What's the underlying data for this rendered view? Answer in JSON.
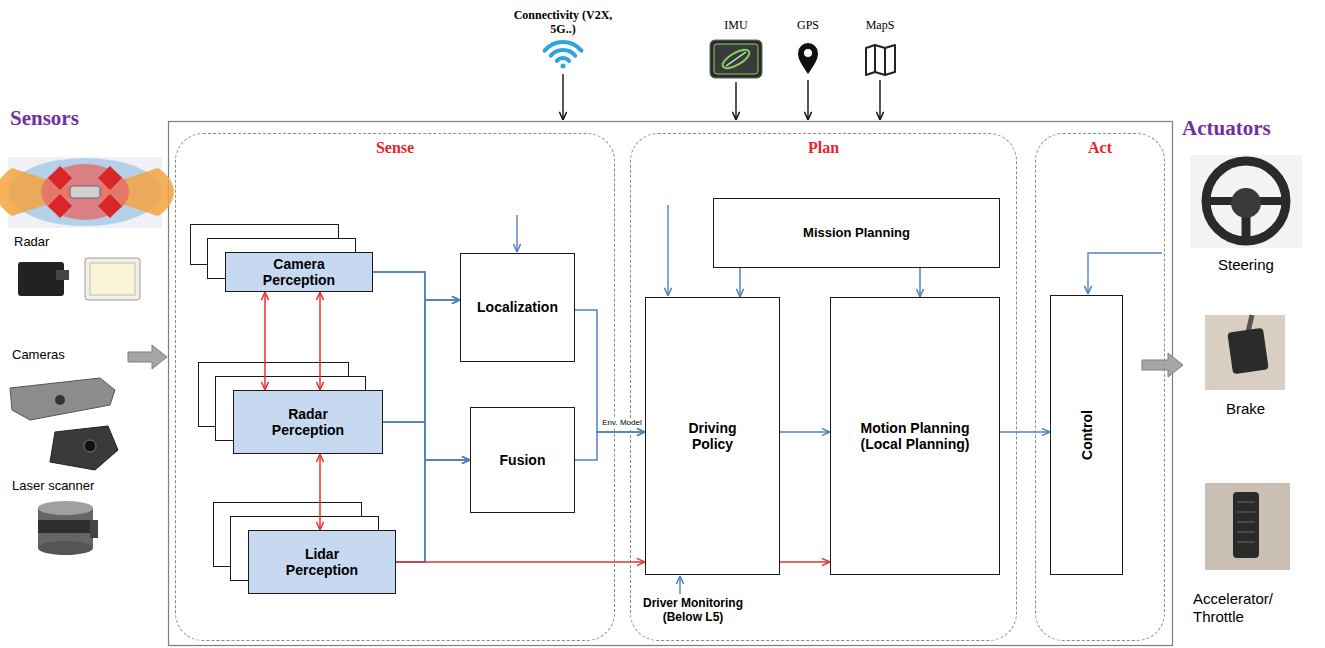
{
  "diagram": {
    "nodes": [
      {
        "text": [
          "Sense"
        ]
      },
      {
        "text": [
          "Camera Perception"
        ],
        "in": 0
      },
      {
        "text": [
          "Radar Perception"
        ],
        "in": 0
      },
      {
        "text": [
          "Lidar Perception"
        ],
        "in": 0
      },
      {
        "text": [
          "Localization"
        ],
        "in": 0
      },
      {
        "text": [
          "Fusion"
        ],
        "in": 0
      },
      {
        "text": [
          "Plan"
        ]
      },
      {
        "text": [
          "Mission Planning"
        ],
        "in": 6
      },
      {
        "text": [
          "Driving Policy"
        ],
        "in": 6
      },
      {
        "text": [
          "Motion Planning (Local Planning)"
        ],
        "in": 6
      },
      {
        "text": [
          "Act"
        ]
      },
      {
        "text": [
          "Control"
        ],
        "in": 10
      }
    ],
    "edges": [
      {
        "from": 1,
        "to": 2,
        "arrow": "both"
      },
      {
        "from": 1,
        "to": 2,
        "arrow": "both"
      },
      {
        "from": 2,
        "to": 3,
        "arrow": "both"
      },
      {
        "from": 1,
        "to": 4,
        "arrow": "to"
      },
      {
        "from": 2,
        "to": 4,
        "arrow": "to"
      },
      {
        "from": 3,
        "to": 4,
        "arrow": "to"
      },
      {
        "from": 1,
        "to": 5,
        "arrow": "to"
      },
      {
        "from": 2,
        "to": 5,
        "arrow": "to"
      },
      {
        "from": 3,
        "to": 5,
        "arrow": "to"
      },
      {
        "from": 3,
        "to": 8,
        "arrow": "to"
      },
      {
        "from": 4,
        "to": 8,
        "arrow": "to"
      },
      {
        "from": 5,
        "to": 8,
        "arrow": "to",
        "label": "Env. Model"
      },
      {
        "from": 7,
        "to": 8,
        "arrow": "to"
      },
      {
        "from": 7,
        "to": 9,
        "arrow": "to"
      },
      {
        "from": 8,
        "to": 9,
        "arrow": "to"
      },
      {
        "from": 8,
        "to": 9,
        "arrow": "to"
      },
      {
        "from": 9,
        "to": 11,
        "arrow": "to"
      }
    ],
    "labels": [
      "Connectivity (V2X, 5G..)",
      "IMU",
      "GPS",
      "MapS",
      "Sensors",
      "Radar",
      "Cameras",
      "Laser scanner",
      "Actuators",
      "Steering",
      "Brake",
      "Accelerator/ Throttle",
      "Driver Monitoring (Below L5)"
    ]
  }
}
